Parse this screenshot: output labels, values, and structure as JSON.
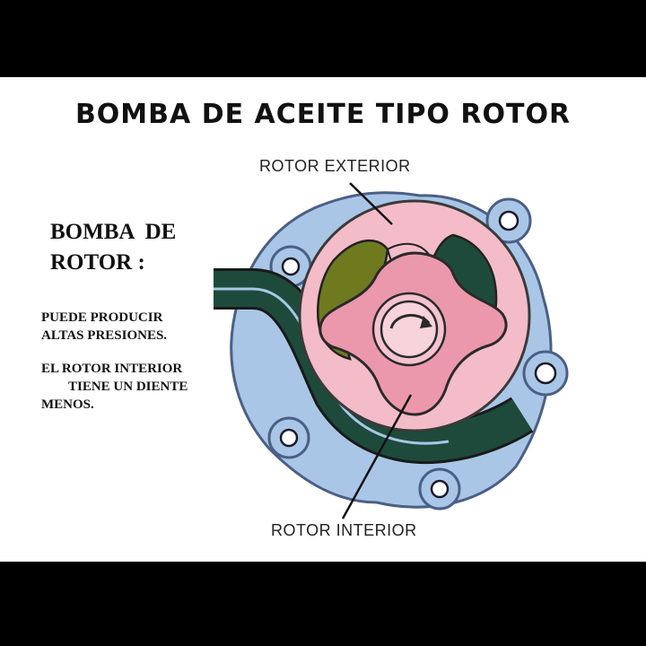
{
  "title": "BOMBA DE ACEITE TIPO ROTOR",
  "labels": {
    "outer_rotor": "ROTOR EXTERIOR",
    "inner_rotor": "ROTOR INTERIOR"
  },
  "side_text": {
    "heading_line1": "BOMBA  DE",
    "heading_line2": "ROTOR :",
    "note1_line1": "PUEDE PRODUCIR",
    "note1_line2": "ALTAS PRESIONES.",
    "note2_line1": "EL ROTOR INTERIOR",
    "note2_line2": "TIENE UN DIENTE",
    "note2_line3": "MENOS."
  },
  "colors": {
    "housing": "#a9c6e6",
    "outer_rotor": "#f3bcc8",
    "inner_rotor": "#ec98ac",
    "chamber_olive": "#6f7a1e",
    "chamber_dark": "#1e4a3c",
    "passage": "#1d4a3b"
  },
  "icons": {
    "rotation": "rotation-arrow-icon"
  }
}
